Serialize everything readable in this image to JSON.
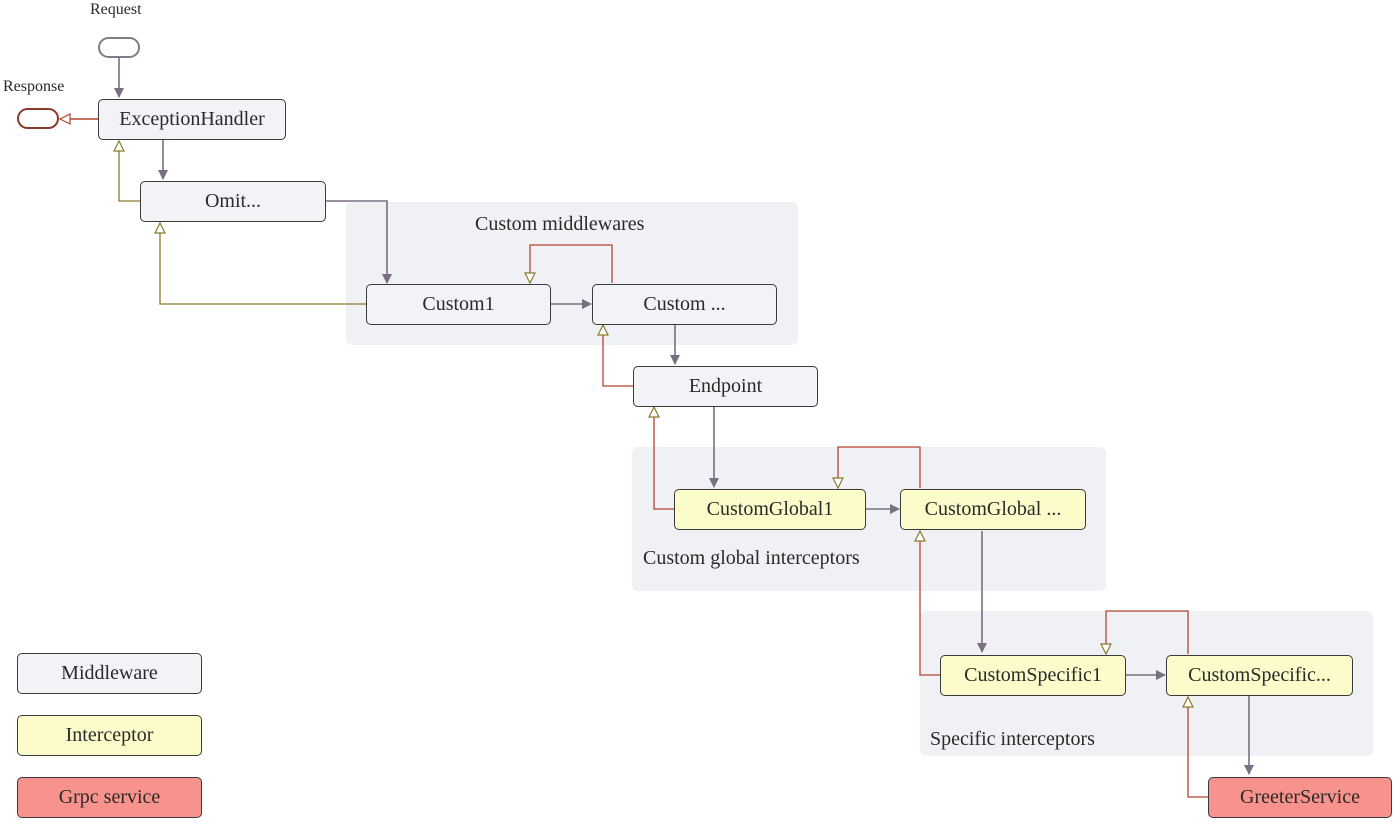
{
  "top": {
    "request_label": "Request",
    "response_label": "Response"
  },
  "groups": {
    "custom_middlewares": "Custom middlewares",
    "custom_global_interceptors": "Custom global interceptors",
    "specific_interceptors": "Specific interceptors"
  },
  "nodes": {
    "exception_handler": "ExceptionHandler",
    "omit": "Omit...",
    "custom1": "Custom1",
    "custom_more": "Custom ...",
    "endpoint": "Endpoint",
    "custom_global1": "CustomGlobal1",
    "custom_global_more": "CustomGlobal ...",
    "custom_specific1": "CustomSpecific1",
    "custom_specific_more": "CustomSpecific...",
    "greeter_service": "GreeterService"
  },
  "legend": {
    "middleware": "Middleware",
    "interceptor": "Interceptor",
    "grpc_service": "Grpc service"
  },
  "colors": {
    "middleware_fill": "#f2f3f7",
    "interceptor_fill": "#fbfcc9",
    "service_fill": "#f7938c",
    "group_fill": "#f0f1f4",
    "request_arrow": "#7a6f80",
    "response_arrow": "#b5442e",
    "response_arrow_alt": "#8b7a2a"
  }
}
